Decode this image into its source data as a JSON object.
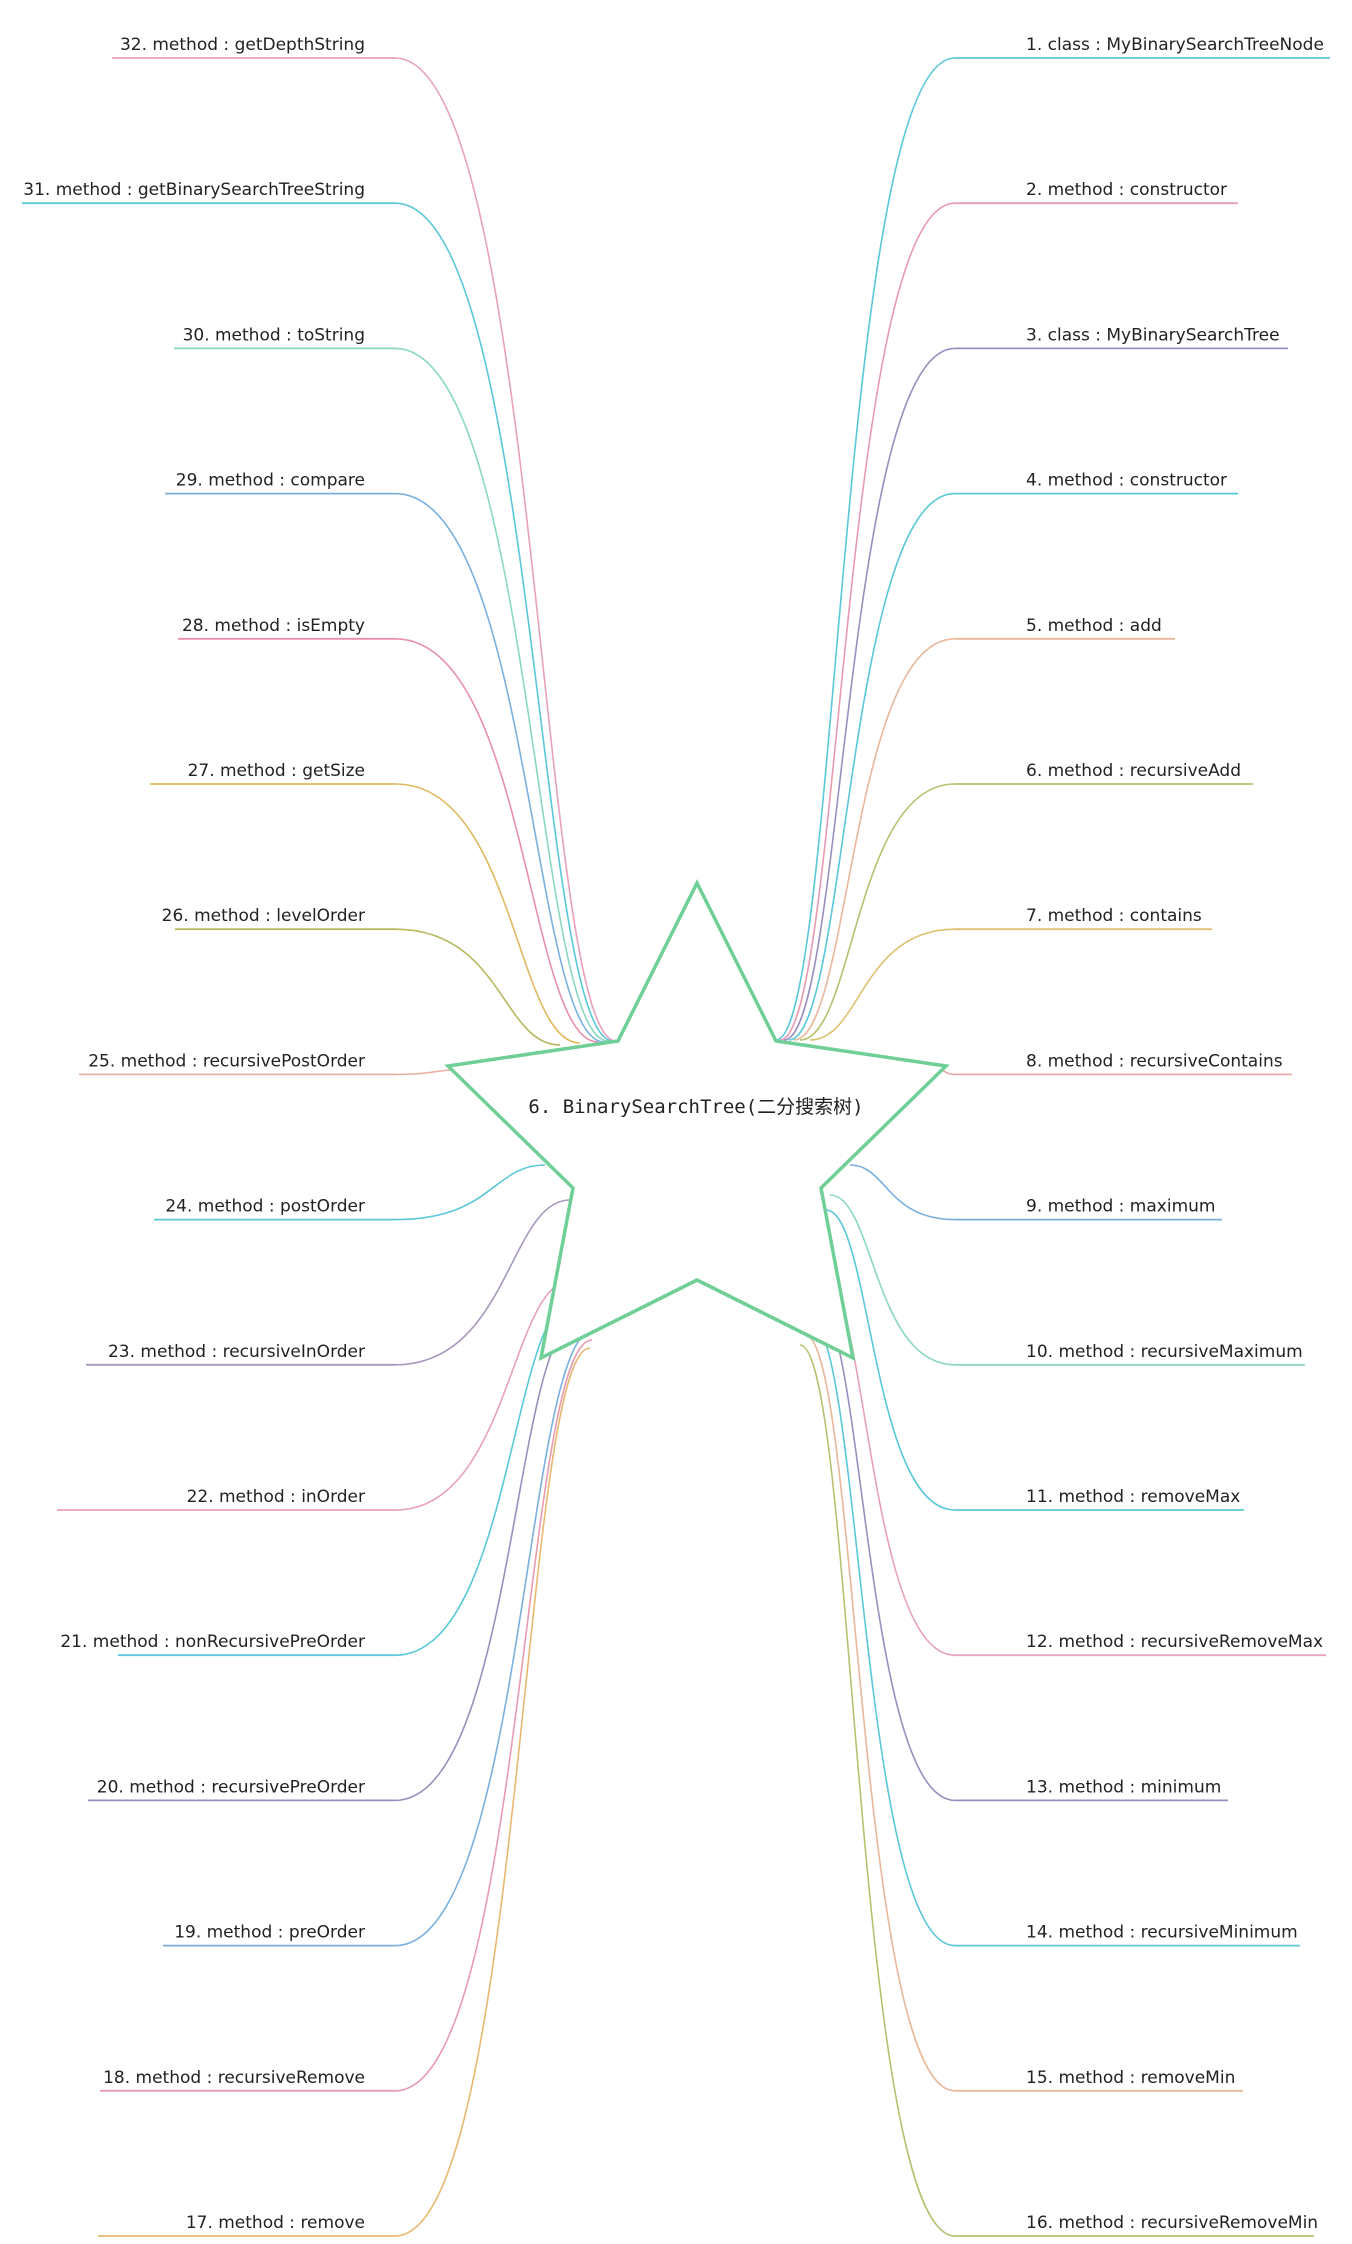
{
  "root": {
    "title": "6. BinarySearchTree(二分搜索树)",
    "shape": "star",
    "border_color": "#6fcf97"
  },
  "branches_right": [
    {
      "label": "1. class : MyBinarySearchTreeNode",
      "color": "#5ac8d8"
    },
    {
      "label": "2. method : constructor",
      "color": "#e89ab0"
    },
    {
      "label": "3. class : MyBinarySearchTree",
      "color": "#9a8ec0"
    },
    {
      "label": "4. method : constructor",
      "color": "#5ac8d8"
    },
    {
      "label": "5. method : add",
      "color": "#e8b89a"
    },
    {
      "label": "6. method : recursiveAdd",
      "color": "#b8c070"
    },
    {
      "label": "7. method : contains",
      "color": "#e0c070"
    },
    {
      "label": "8. method : recursiveContains",
      "color": "#e8a8a8"
    },
    {
      "label": "9. method : maximum",
      "color": "#7ab0e0"
    },
    {
      "label": "10. method : recursiveMaximum",
      "color": "#8ad8c0"
    },
    {
      "label": "11. method : removeMax",
      "color": "#5ac8d8"
    },
    {
      "label": "12. method : recursiveRemoveMax",
      "color": "#e8a0c0"
    },
    {
      "label": "13. method : minimum",
      "color": "#9a8ec0"
    },
    {
      "label": "14. method : recursiveMinimum",
      "color": "#5ac8d8"
    },
    {
      "label": "15. method : removeMin",
      "color": "#e8b89a"
    },
    {
      "label": "16. method : recursiveRemoveMin",
      "color": "#b8c070"
    }
  ],
  "branches_left": [
    {
      "label": "17. method : remove",
      "color": "#e8b870"
    },
    {
      "label": "18. method : recursiveRemove",
      "color": "#e89ab0"
    },
    {
      "label": "19. method : preOrder",
      "color": "#7ab0e0"
    },
    {
      "label": "20. method : recursivePreOrder",
      "color": "#9a8ec0"
    },
    {
      "label": "21. method : nonRecursivePreOrder",
      "color": "#5ac8d8"
    },
    {
      "label": "22. method : inOrder",
      "color": "#e8a0c0"
    },
    {
      "label": "23. method : recursiveInOrder",
      "color": "#a898c0"
    },
    {
      "label": "24. method : postOrder",
      "color": "#5ac8d8"
    },
    {
      "label": "25. method : recursivePostOrder",
      "color": "#e8b0a0"
    },
    {
      "label": "26. method : levelOrder",
      "color": "#b8b860"
    },
    {
      "label": "27. method : getSize",
      "color": "#e0b860"
    },
    {
      "label": "28. method : isEmpty",
      "color": "#e890a8"
    },
    {
      "label": "29. method : compare",
      "color": "#7ab0e0"
    },
    {
      "label": "30. method : toString",
      "color": "#8ad8c0"
    },
    {
      "label": "31. method : getBinarySearchTreeString",
      "color": "#5ac8d8"
    },
    {
      "label": "32. method : getDepthString",
      "color": "#e8a0c0"
    }
  ]
}
